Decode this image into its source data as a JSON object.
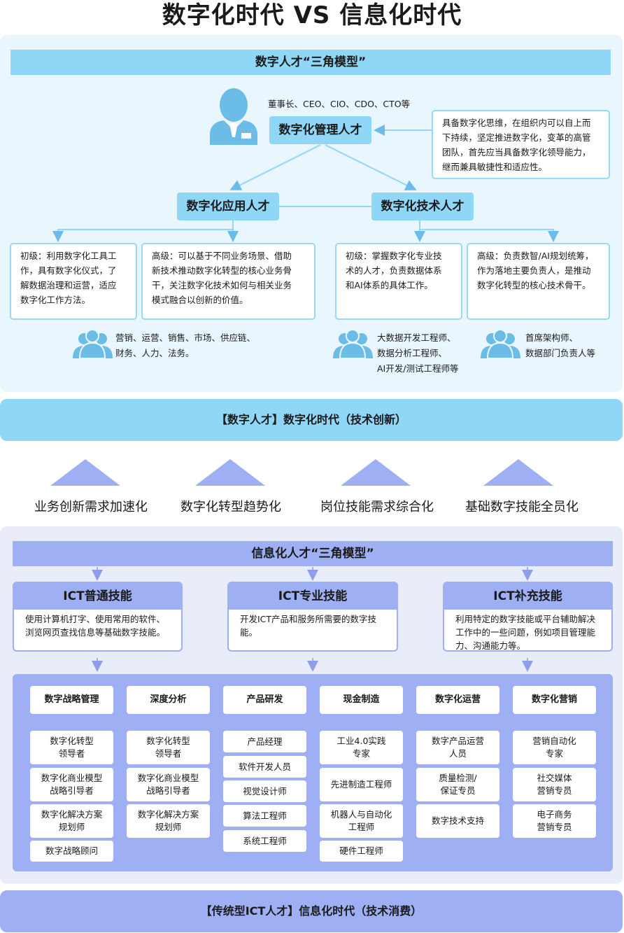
{
  "title": "数字化时代 VS 信息化时代",
  "digital": {
    "model_title": "数字人才“三角模型”",
    "exec_label": "董事长、CEO、CIO、CDO、CTO等",
    "management": {
      "label": "数字化管理人才",
      "desc": [
        "具备数字化思维，在组织内可以自上而",
        "下持续，坚定推进数字化，变革的高管",
        "团队，首先应当具备数字化领导能力，",
        "继而兼具敏捷性和适应性。"
      ]
    },
    "application": {
      "label": "数字化应用人才",
      "junior": [
        "初级：利用数字化工具工",
        "作，具有数字化仪式，了",
        "解数据治理和运营，适应",
        "数字化工作方法。"
      ],
      "senior": [
        "高级：可以基于不同业务场景、借助",
        "新技术推动数字化转型的核心业务骨",
        "干，关注数字化技术如何与相关业务",
        "模式融合以创新的价值。"
      ],
      "people": [
        "营销、运营、销售、市场、供应链、",
        "财务、人力、法务。"
      ]
    },
    "technology": {
      "label": "数字化技术人才",
      "junior": [
        "初级：掌握数字化专业技",
        "术的人才，负责数据体系",
        "和AI体系的具体工作。"
      ],
      "senior": [
        "高级：负责数智/AI规划统筹，",
        "作为落地主要负责人，是推动",
        "数字化转型的核心技术骨干。"
      ],
      "people_1": [
        "大数据开发工程师、",
        "数据分析工程师、",
        "AI开发/测试工程师等"
      ],
      "people_2": [
        "首席架构师、",
        "数据部门负责人等"
      ]
    },
    "era_label": "【数字人才】数字化时代（技术创新）"
  },
  "trends": [
    "业务创新需求加速化",
    "数字化转型趋势化",
    "岗位技能需求综合化",
    "基础数字技能全员化"
  ],
  "info": {
    "model_title": "信息化人才“三角模型”",
    "ict": [
      {
        "title": "ICT普通技能",
        "desc": [
          "使用计算机打字、使用常用的软件、",
          "浏览网页查找信息等基础数字技能。"
        ]
      },
      {
        "title": "ICT专业技能",
        "desc": [
          "开发ICT产品和服务所需要的数字技",
          "能。"
        ]
      },
      {
        "title": "ICT补充技能",
        "desc": [
          "利用特定的数字技能或平台辅助解决",
          "工作中的一些问题，例如项目管理能",
          "力、沟通能力等。"
        ]
      }
    ],
    "columns": [
      {
        "title": "数字战略管理",
        "items": [
          [
            "数字化转型",
            "领导者"
          ],
          [
            "数字化商业模型",
            "战略引导者"
          ],
          [
            "数字化解决方案",
            "规划师"
          ],
          [
            "数字战略顾问"
          ]
        ]
      },
      {
        "title": "深度分析",
        "items": [
          [
            "数字化转型",
            "领导者"
          ],
          [
            "数字化商业模型",
            "战略引导者"
          ],
          [
            "数字化解决方案",
            "规划师"
          ]
        ]
      },
      {
        "title": "产品研发",
        "items": [
          [
            "产品经理"
          ],
          [
            "软件开发人员"
          ],
          [
            "视觉设计师"
          ],
          [
            "算法工程师"
          ],
          [
            "系统工程师"
          ]
        ]
      },
      {
        "title": "现金制造",
        "items": [
          [
            "工业4.0实践",
            "专家"
          ],
          [
            "先进制造工程师"
          ],
          [
            "机器人与自动化",
            "工程师"
          ],
          [
            "硬件工程师"
          ]
        ]
      },
      {
        "title": "数字化运营",
        "items": [
          [
            "数字产品运营",
            "人员"
          ],
          [
            "质量检测/",
            "保证专员"
          ],
          [
            "数字技术支持"
          ]
        ]
      },
      {
        "title": "数字化营销",
        "items": [
          [
            "营销自动化",
            "专家"
          ],
          [
            "社交媒体",
            "营销专员"
          ],
          [
            "电子商务",
            "营销专员"
          ]
        ]
      }
    ],
    "era_label": "【传统型ICT人才】信息化时代（技术消费）"
  },
  "colors": {
    "digital_accent": "#8fd6f7",
    "digital_bg": "#eaf6fd",
    "info_accent": "#9eaff4",
    "info_bg": "#e9ecf9",
    "icon_blue": "#6bbde8"
  }
}
